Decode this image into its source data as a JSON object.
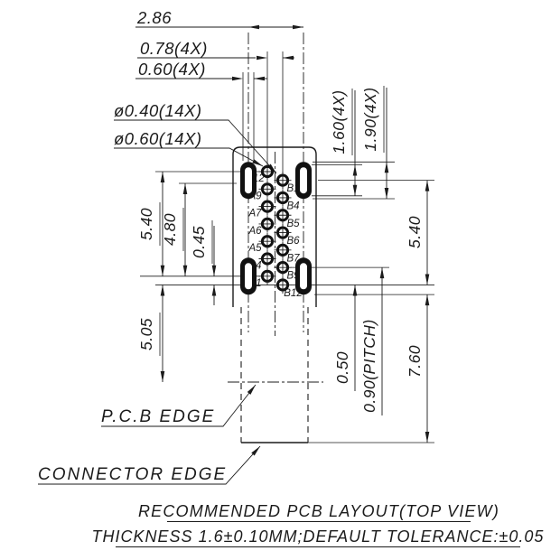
{
  "drawing": {
    "title_notes": [
      "RECOMMENDED PCB LAYOUT(TOP VIEW)",
      "THICKNESS 1.6±0.10MM;DEFAULT TOLERANCE:±0.05"
    ],
    "dimensions": {
      "span_pads": "2.86",
      "col_gap": "0.78(4X)",
      "slot_width": "0.60(4X)",
      "hole_dia": "ø0.40(14X)",
      "pad_dia": "ø0.60(14X)",
      "slot_len": "1.60(4X)",
      "oval_pad_len": "1.90(4X)",
      "row_span_left": "5.40",
      "inner_span": "4.80",
      "stagger": "0.45",
      "to_pcb_edge": "5.05",
      "row_span_right": "5.40",
      "to_connector_edge": "7.60",
      "pad_offset": "0.50",
      "pitch": "0.90(PITCH)"
    },
    "labels": {
      "pcb_edge": "P.C.B EDGE",
      "connector_edge": "CONNECTOR EDGE"
    },
    "pins_left": [
      "A12",
      "A9",
      "A7",
      "A6",
      "A5",
      "A4",
      "A1"
    ],
    "pins_right": [
      "B1",
      "B4",
      "B5",
      "B6",
      "B7",
      "B9",
      "B12"
    ],
    "colors": {
      "ink": "#1b1b1b",
      "paper": "#ffffff"
    }
  }
}
